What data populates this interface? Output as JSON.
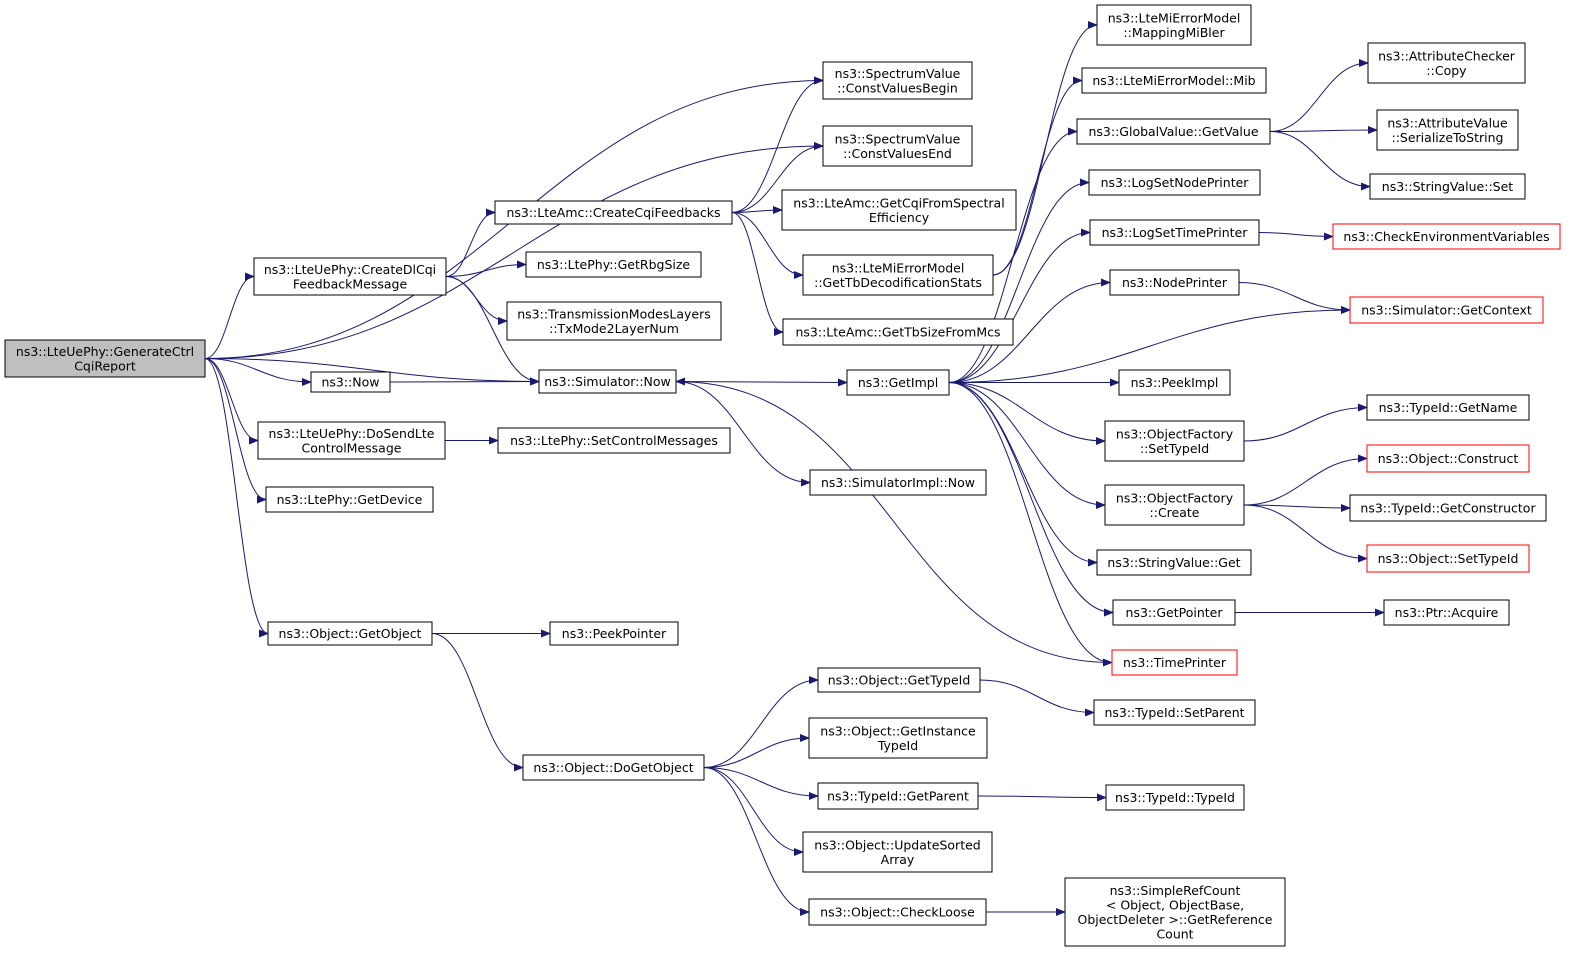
{
  "colors": {
    "edge": "#191970",
    "node_border": "#000000",
    "truncated_border": "#ff0000",
    "root_fill": "#bfbfbf",
    "background": "#ffffff"
  },
  "nodes": [
    {
      "id": "root",
      "lines": [
        "ns3::LteUePhy::GenerateCtrl",
        "CqiReport"
      ],
      "root": true
    },
    {
      "id": "createDl",
      "lines": [
        "ns3::LteUePhy::CreateDlCqi",
        "FeedbackMessage"
      ]
    },
    {
      "id": "now",
      "lines": [
        "ns3::Now"
      ]
    },
    {
      "id": "doSend",
      "lines": [
        "ns3::LteUePhy::DoSendLte",
        "ControlMessage"
      ]
    },
    {
      "id": "getDevice",
      "lines": [
        "ns3::LtePhy::GetDevice"
      ]
    },
    {
      "id": "getObject",
      "lines": [
        "ns3::Object::GetObject"
      ]
    },
    {
      "id": "createCqi",
      "lines": [
        "ns3::LteAmc::CreateCqiFeedbacks"
      ]
    },
    {
      "id": "getRbg",
      "lines": [
        "ns3::LtePhy::GetRbgSize"
      ]
    },
    {
      "id": "txMode",
      "lines": [
        "ns3::TransmissionModesLayers",
        "::TxMode2LayerNum"
      ]
    },
    {
      "id": "simNow",
      "lines": [
        "ns3::Simulator::Now"
      ]
    },
    {
      "id": "setCtrl",
      "lines": [
        "ns3::LtePhy::SetControlMessages"
      ]
    },
    {
      "id": "peekPtr",
      "lines": [
        "ns3::PeekPointer"
      ]
    },
    {
      "id": "doGetObj",
      "lines": [
        "ns3::Object::DoGetObject"
      ]
    },
    {
      "id": "cvBegin",
      "lines": [
        "ns3::SpectrumValue",
        "::ConstValuesBegin"
      ]
    },
    {
      "id": "cvEnd",
      "lines": [
        "ns3::SpectrumValue",
        "::ConstValuesEnd"
      ]
    },
    {
      "id": "getCqiSpec",
      "lines": [
        "ns3::LteAmc::GetCqiFromSpectral",
        "Efficiency"
      ]
    },
    {
      "id": "getTbDec",
      "lines": [
        "ns3::LteMiErrorModel",
        "::GetTbDecodificationStats"
      ]
    },
    {
      "id": "getTbSize",
      "lines": [
        "ns3::LteAmc::GetTbSizeFromMcs"
      ]
    },
    {
      "id": "getImpl",
      "lines": [
        "ns3::GetImpl"
      ]
    },
    {
      "id": "simImplNow",
      "lines": [
        "ns3::SimulatorImpl::Now"
      ]
    },
    {
      "id": "objGetTypeId",
      "lines": [
        "ns3::Object::GetTypeId"
      ]
    },
    {
      "id": "getInstTid",
      "lines": [
        "ns3::Object::GetInstance",
        "TypeId"
      ]
    },
    {
      "id": "tidGetParent",
      "lines": [
        "ns3::TypeId::GetParent"
      ]
    },
    {
      "id": "updSorted",
      "lines": [
        "ns3::Object::UpdateSorted",
        "Array"
      ]
    },
    {
      "id": "checkLoose",
      "lines": [
        "ns3::Object::CheckLoose"
      ]
    },
    {
      "id": "mapMiBler",
      "lines": [
        "ns3::LteMiErrorModel",
        "::MappingMiBler"
      ]
    },
    {
      "id": "mib",
      "lines": [
        "ns3::LteMiErrorModel::Mib"
      ]
    },
    {
      "id": "gvGetValue",
      "lines": [
        "ns3::GlobalValue::GetValue"
      ]
    },
    {
      "id": "logNode",
      "lines": [
        "ns3::LogSetNodePrinter"
      ]
    },
    {
      "id": "logTime",
      "lines": [
        "ns3::LogSetTimePrinter"
      ]
    },
    {
      "id": "nodePrinter",
      "lines": [
        "ns3::NodePrinter"
      ]
    },
    {
      "id": "peekImpl",
      "lines": [
        "ns3::PeekImpl"
      ]
    },
    {
      "id": "ofSetTid",
      "lines": [
        "ns3::ObjectFactory",
        "::SetTypeId"
      ]
    },
    {
      "id": "ofCreate",
      "lines": [
        "ns3::ObjectFactory",
        "::Create"
      ]
    },
    {
      "id": "svGet",
      "lines": [
        "ns3::StringValue::Get"
      ]
    },
    {
      "id": "getPointer",
      "lines": [
        "ns3::GetPointer"
      ]
    },
    {
      "id": "timePrinter",
      "lines": [
        "ns3::TimePrinter"
      ],
      "trunc": true
    },
    {
      "id": "tidSetParent",
      "lines": [
        "ns3::TypeId::SetParent"
      ]
    },
    {
      "id": "tidTypeId",
      "lines": [
        "ns3::TypeId::TypeId"
      ]
    },
    {
      "id": "simpleRef",
      "lines": [
        "ns3::SimpleRefCount",
        "< Object, ObjectBase,",
        " ObjectDeleter >::GetReference",
        "Count"
      ]
    },
    {
      "id": "acCopy",
      "lines": [
        "ns3::AttributeChecker",
        "::Copy"
      ]
    },
    {
      "id": "avSer",
      "lines": [
        "ns3::AttributeValue",
        "::SerializeToString"
      ]
    },
    {
      "id": "svSet",
      "lines": [
        "ns3::StringValue::Set"
      ]
    },
    {
      "id": "checkEnv",
      "lines": [
        "ns3::CheckEnvironmentVariables"
      ],
      "trunc": true
    },
    {
      "id": "simGetCtx",
      "lines": [
        "ns3::Simulator::GetContext"
      ],
      "trunc": true
    },
    {
      "id": "tidGetName",
      "lines": [
        "ns3::TypeId::GetName"
      ]
    },
    {
      "id": "objConstruct",
      "lines": [
        "ns3::Object::Construct"
      ],
      "trunc": true
    },
    {
      "id": "tidGetCtor",
      "lines": [
        "ns3::TypeId::GetConstructor"
      ]
    },
    {
      "id": "objSetTid",
      "lines": [
        "ns3::Object::SetTypeId"
      ],
      "trunc": true
    },
    {
      "id": "ptrAcquire",
      "lines": [
        "ns3::Ptr::Acquire"
      ]
    }
  ],
  "edges": [
    [
      "root",
      "cvBegin"
    ],
    [
      "root",
      "cvEnd"
    ],
    [
      "root",
      "createDl"
    ],
    [
      "root",
      "simNow"
    ],
    [
      "root",
      "now"
    ],
    [
      "root",
      "doSend"
    ],
    [
      "root",
      "getDevice"
    ],
    [
      "root",
      "getObject"
    ],
    [
      "createDl",
      "createCqi"
    ],
    [
      "createDl",
      "getRbg"
    ],
    [
      "createDl",
      "txMode"
    ],
    [
      "createDl",
      "simNow"
    ],
    [
      "createCqi",
      "cvBegin"
    ],
    [
      "createCqi",
      "cvEnd"
    ],
    [
      "createCqi",
      "getCqiSpec"
    ],
    [
      "createCqi",
      "getTbDec"
    ],
    [
      "createCqi",
      "getTbSize"
    ],
    [
      "getTbDec",
      "mapMiBler"
    ],
    [
      "getTbDec",
      "mib"
    ],
    [
      "now",
      "simNow"
    ],
    [
      "simNow",
      "getImpl"
    ],
    [
      "simNow",
      "simImplNow"
    ],
    [
      "doSend",
      "setCtrl"
    ],
    [
      "getObject",
      "peekPtr"
    ],
    [
      "getObject",
      "doGetObj"
    ],
    [
      "doGetObj",
      "objGetTypeId"
    ],
    [
      "doGetObj",
      "getInstTid"
    ],
    [
      "doGetObj",
      "tidGetParent"
    ],
    [
      "doGetObj",
      "updSorted"
    ],
    [
      "doGetObj",
      "checkLoose"
    ],
    [
      "objGetTypeId",
      "tidSetParent"
    ],
    [
      "tidGetParent",
      "tidTypeId"
    ],
    [
      "checkLoose",
      "simpleRef"
    ],
    [
      "getImpl",
      "gvGetValue"
    ],
    [
      "getImpl",
      "logNode"
    ],
    [
      "getImpl",
      "logTime"
    ],
    [
      "getImpl",
      "nodePrinter"
    ],
    [
      "getImpl",
      "peekImpl"
    ],
    [
      "getImpl",
      "ofSetTid"
    ],
    [
      "getImpl",
      "ofCreate"
    ],
    [
      "getImpl",
      "svGet"
    ],
    [
      "getImpl",
      "getPointer"
    ],
    [
      "getImpl",
      "timePrinter"
    ],
    [
      "getImpl",
      "simGetCtx"
    ],
    [
      "gvGetValue",
      "acCopy"
    ],
    [
      "gvGetValue",
      "avSer"
    ],
    [
      "gvGetValue",
      "svSet"
    ],
    [
      "logTime",
      "checkEnv"
    ],
    [
      "nodePrinter",
      "simGetCtx"
    ],
    [
      "ofSetTid",
      "tidGetName"
    ],
    [
      "ofCreate",
      "objConstruct"
    ],
    [
      "ofCreate",
      "tidGetCtor"
    ],
    [
      "ofCreate",
      "objSetTid"
    ],
    [
      "getPointer",
      "ptrAcquire"
    ],
    [
      "timePrinter",
      "simNow"
    ]
  ]
}
